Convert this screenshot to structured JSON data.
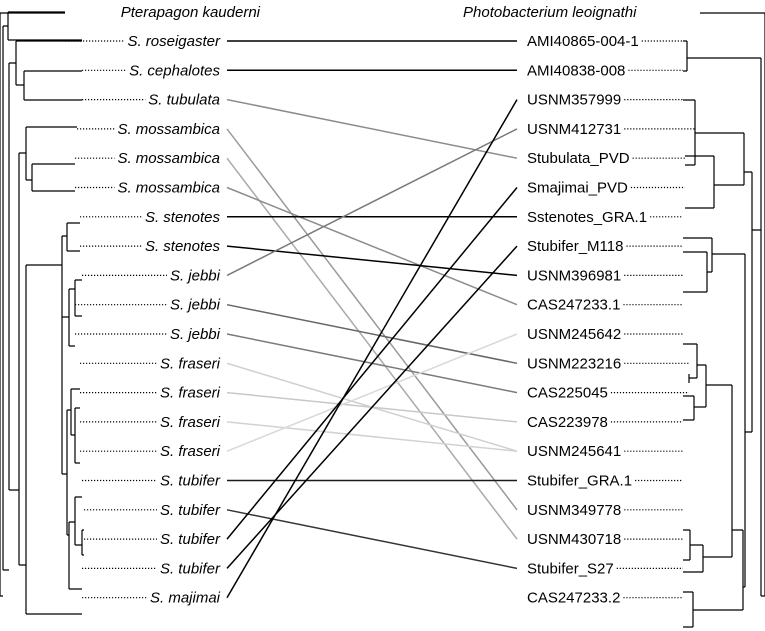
{
  "header": {
    "left_title": "Pterapagon kauderni",
    "right_title": "Photobacterium leoignathi"
  },
  "hosts": [
    "S. roseigaster",
    "S. cephalotes",
    "S. tubulata",
    "S. mossambica",
    "S. mossambica",
    "S. mossambica",
    "S. stenotes",
    "S. stenotes",
    "S. jebbi",
    "S. jebbi",
    "S. jebbi",
    "S. fraseri",
    "S. fraseri",
    "S. fraseri",
    "S. fraseri",
    "S. tubifer",
    "S. tubifer",
    "S. tubifer",
    "S. tubifer",
    "S. majimai"
  ],
  "symbionts": [
    "AMI40865-004-1",
    "AMI40838-008",
    "USNM357999",
    "USNM412731",
    "Stubulata_PVD",
    "Smajimai_PVD",
    "Sstenotes_GRA.1",
    "Stubifer_M118",
    "USNM396981",
    "CAS247233.1",
    "USNM245642",
    "USNM223216",
    "CAS225045",
    "CAS223978",
    "USNM245641",
    "Stubifer_GRA.1",
    "USNM349778",
    "USNM430718",
    "Stubifer_S27",
    "CAS247233.2"
  ],
  "associations": [
    {
      "host": 0,
      "symbiont": 0,
      "color": "#000000"
    },
    {
      "host": 1,
      "symbiont": 1,
      "color": "#000000"
    },
    {
      "host": 2,
      "symbiont": 4,
      "color": "#8c8c8c"
    },
    {
      "host": 3,
      "symbiont": 16,
      "color": "#9a9a9a"
    },
    {
      "host": 4,
      "symbiont": 17,
      "color": "#aaaaaa"
    },
    {
      "host": 5,
      "symbiont": 9,
      "color": "#8c8c8c"
    },
    {
      "host": 6,
      "symbiont": 6,
      "color": "#000000"
    },
    {
      "host": 7,
      "symbiont": 8,
      "color": "#000000"
    },
    {
      "host": 8,
      "symbiont": 3,
      "color": "#7a7a7a"
    },
    {
      "host": 9,
      "symbiont": 11,
      "color": "#666666"
    },
    {
      "host": 10,
      "symbiont": 12,
      "color": "#7a7a7a"
    },
    {
      "host": 11,
      "symbiont": 14,
      "color": "#cfcfcf"
    },
    {
      "host": 12,
      "symbiont": 13,
      "color": "#c8c8c8"
    },
    {
      "host": 13,
      "symbiont": 14,
      "color": "#d2d2d2"
    },
    {
      "host": 14,
      "symbiont": 10,
      "color": "#d8d8d8"
    },
    {
      "host": 15,
      "symbiont": 15,
      "color": "#1a1a1a"
    },
    {
      "host": 16,
      "symbiont": 18,
      "color": "#333333"
    },
    {
      "host": 17,
      "symbiont": 5,
      "color": "#000000"
    },
    {
      "host": 18,
      "symbiont": 7,
      "color": "#000000"
    },
    {
      "host": 19,
      "symbiont": 2,
      "color": "#000000"
    }
  ]
}
